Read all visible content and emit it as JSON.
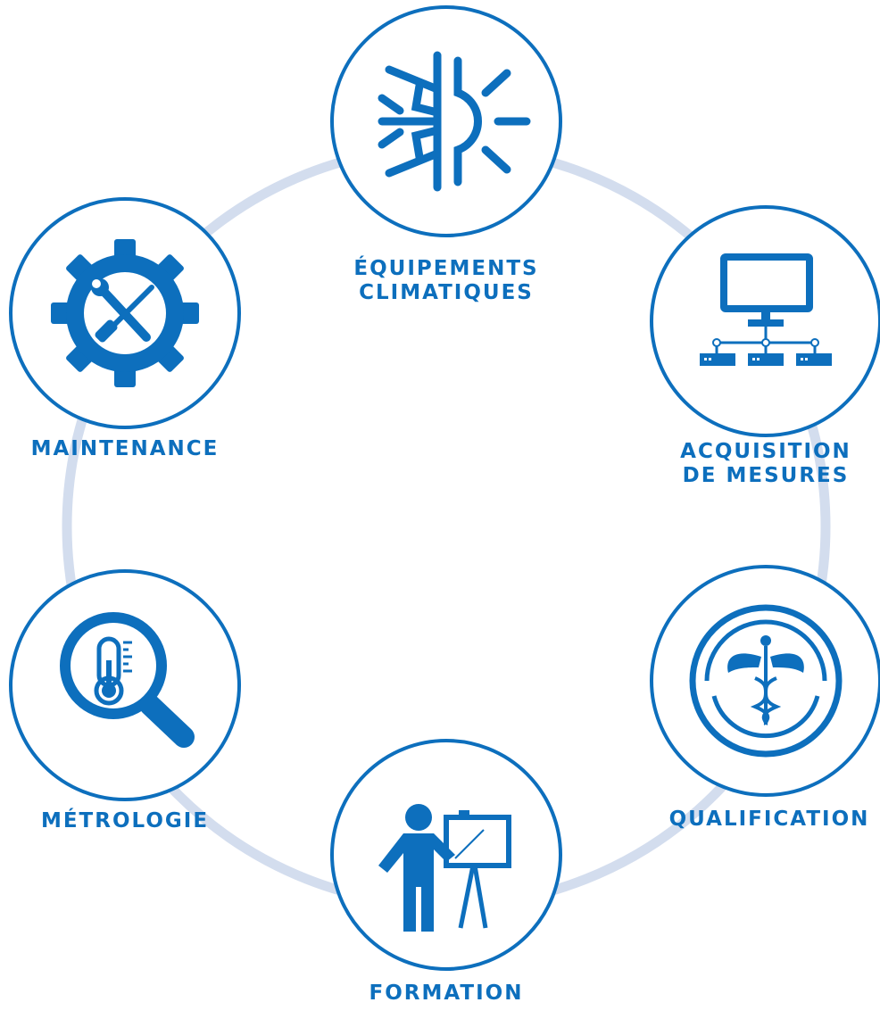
{
  "diagram": {
    "colors": {
      "primary": "#0d6fbd",
      "ring": "#d3ddee",
      "background": "#ffffff"
    },
    "nodes": [
      {
        "id": "equipements",
        "icon": "snowflake-sun-icon",
        "label_lines": [
          "ÉQUIPEMENTS",
          "CLIMATIQUES"
        ]
      },
      {
        "id": "acquisition",
        "icon": "monitor-network-icon",
        "label_lines": [
          "ACQUISITION",
          "DE MESURES"
        ]
      },
      {
        "id": "qualification",
        "icon": "caduceus-badge-icon",
        "label_lines": [
          "QUALIFICATION"
        ]
      },
      {
        "id": "formation",
        "icon": "teacher-board-icon",
        "label_lines": [
          "FORMATION"
        ]
      },
      {
        "id": "metrologie",
        "icon": "magnifier-thermometer-icon",
        "label_lines": [
          "MÉTROLOGIE"
        ]
      },
      {
        "id": "maintenance",
        "icon": "gear-tools-icon",
        "label_lines": [
          "MAINTENANCE"
        ]
      }
    ]
  }
}
